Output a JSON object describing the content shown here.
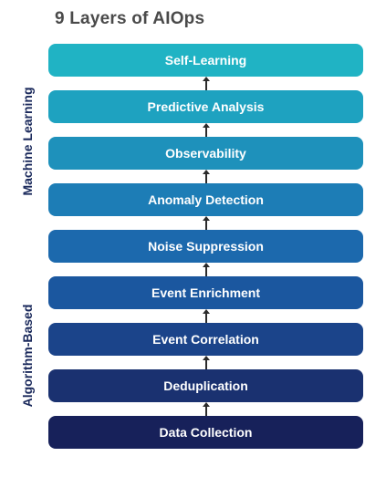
{
  "title": "9 Layers of AIOps",
  "side_labels": {
    "machine_learning": "Machine Learning",
    "algorithm_based": "Algorithm-Based"
  },
  "layers": [
    {
      "label": "Self-Learning",
      "color": "#20b3c4"
    },
    {
      "label": "Predictive Analysis",
      "color": "#1ea2c0"
    },
    {
      "label": "Observability",
      "color": "#1e91bb"
    },
    {
      "label": "Anomaly Detection",
      "color": "#1d7db6"
    },
    {
      "label": "Noise Suppression",
      "color": "#1c69ad"
    },
    {
      "label": "Event Enrichment",
      "color": "#1b579f"
    },
    {
      "label": "Event Correlation",
      "color": "#1b448a"
    },
    {
      "label": "Deduplication",
      "color": "#1a3170"
    },
    {
      "label": "Data Collection",
      "color": "#17215a"
    }
  ],
  "arrow_color": "#2b2b2b"
}
